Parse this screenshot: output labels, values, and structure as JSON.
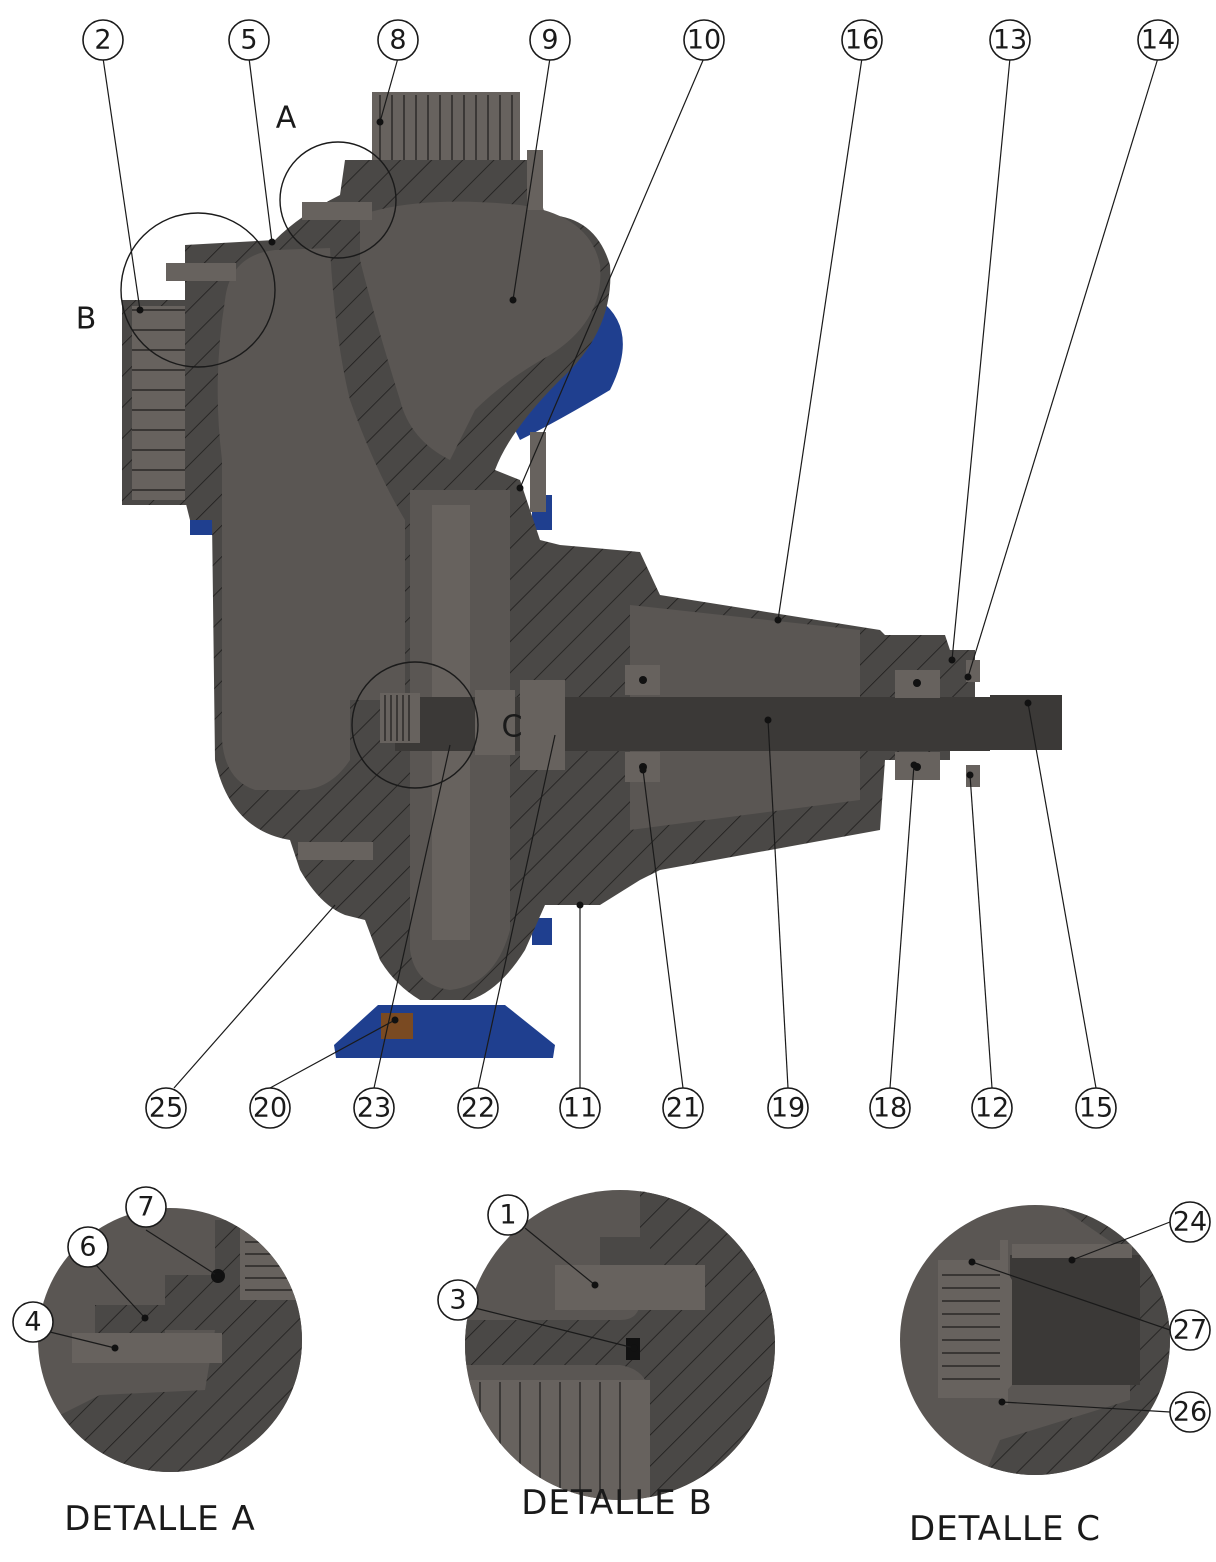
{
  "balloons_top": [
    "2",
    "5",
    "8",
    "9",
    "10",
    "16",
    "13",
    "14"
  ],
  "balloons_bottom": [
    "25",
    "20",
    "23",
    "22",
    "11",
    "21",
    "19",
    "18",
    "12",
    "15"
  ],
  "detail_callouts": [
    "A",
    "B",
    "C"
  ],
  "detail_a": {
    "caption": "DETALLE A",
    "balloons": [
      "7",
      "6",
      "4"
    ]
  },
  "detail_b": {
    "caption": "DETALLE B",
    "balloons": [
      "1",
      "3"
    ]
  },
  "detail_c": {
    "caption": "DETALLE C",
    "balloons": [
      "24",
      "27",
      "26"
    ]
  },
  "colors": {
    "metal": "#4a4846",
    "cavity": "#5a5653",
    "blue": "#1f3f8f",
    "drain_plug": "#7a4a22",
    "line": "#1a1a1a"
  }
}
